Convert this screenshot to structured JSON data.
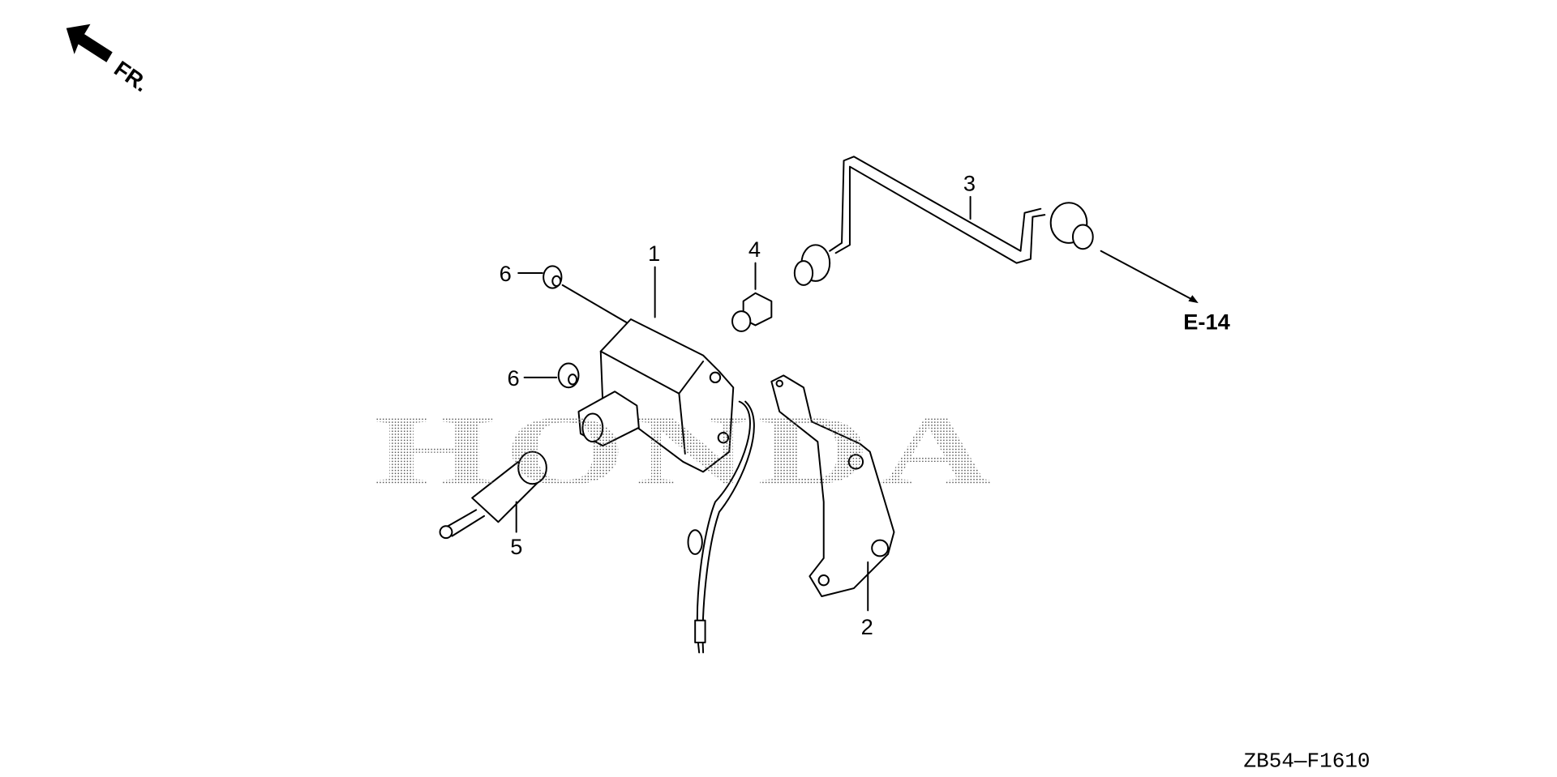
{
  "diagram": {
    "direction_label": "FR.",
    "watermark": "HONDA",
    "reference_label": "E-14",
    "figure_code": "ZB54—F1610",
    "callouts": {
      "part1": "1",
      "part2": "2",
      "part3": "3",
      "part4": "4",
      "part5": "5",
      "part6a": "6",
      "part6b": "6"
    }
  }
}
